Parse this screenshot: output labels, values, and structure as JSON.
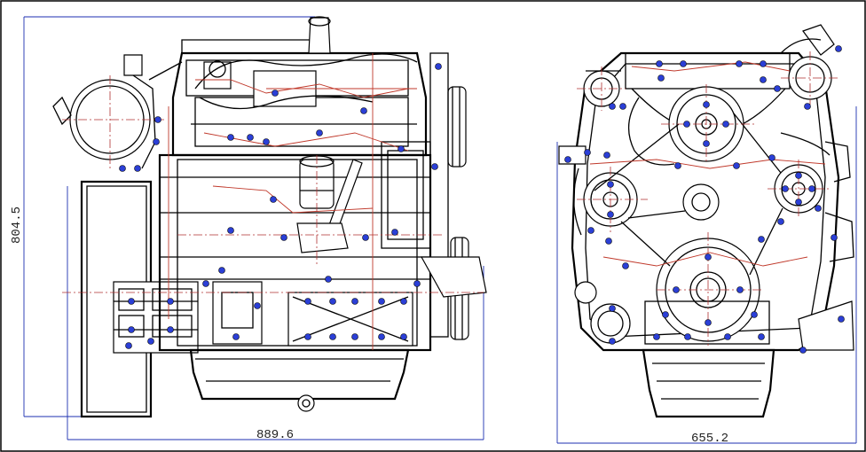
{
  "drawing": {
    "dimensions": {
      "height_label": "804.5",
      "side_width_label": "889.6",
      "front_width_label": "655.2"
    },
    "colors": {
      "outline": "#000000",
      "centerline": "#c0392b",
      "dimension": "#1c2fb0",
      "bolt": "#2b3fd6"
    }
  }
}
